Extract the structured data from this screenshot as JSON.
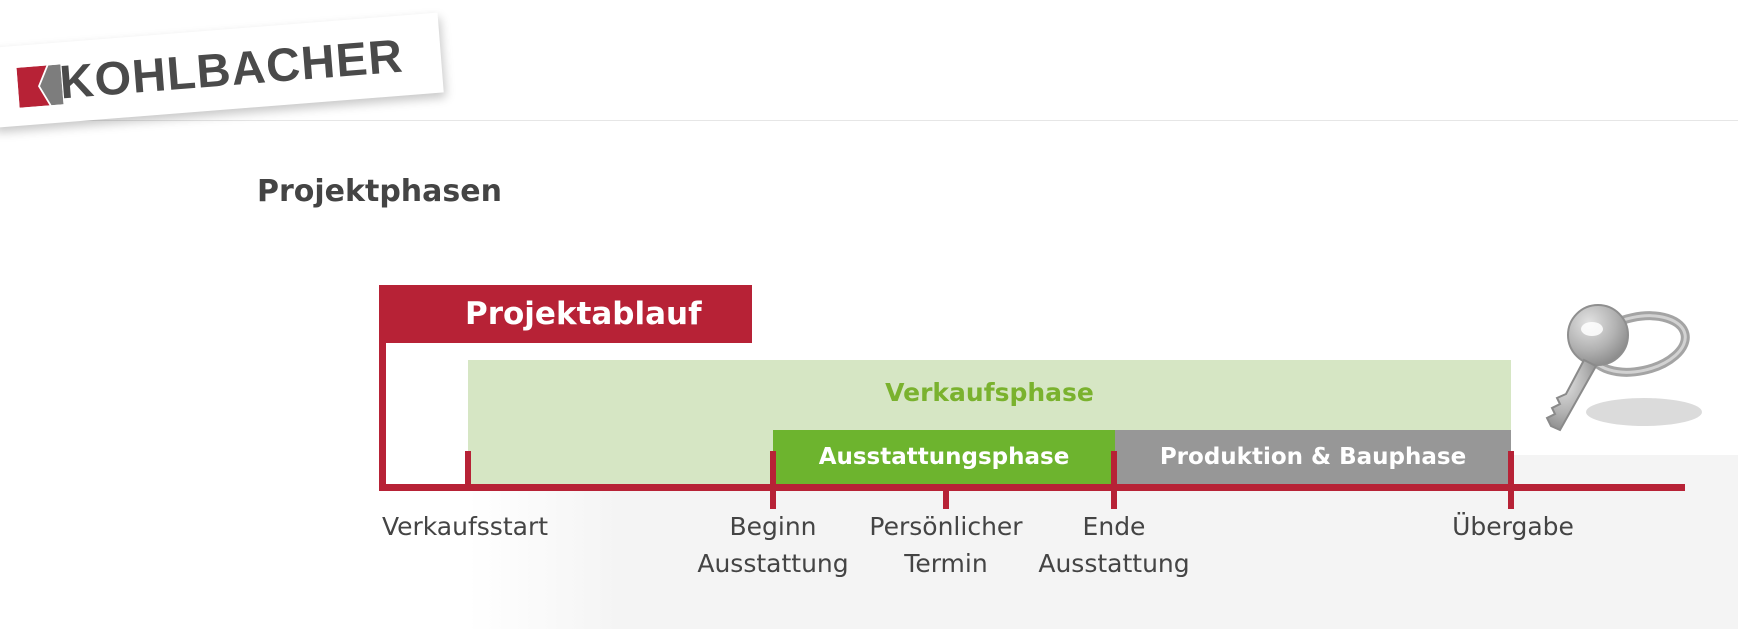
{
  "brand": {
    "name": "KOHLBACHER",
    "colors": {
      "red": "#b72236",
      "dark_gray": "#4a4a4a",
      "mid_gray": "#979797"
    }
  },
  "page": {
    "title": "Projektphasen"
  },
  "diagram": {
    "project_label": "Projektablauf",
    "sales_phase_label": "Verkaufsphase",
    "outfitting_phase_label": "Ausstattungsphase",
    "production_phase_label": "Produktion & Bauphase",
    "milestones": [
      {
        "id": "verkaufsstart",
        "lines": [
          "Verkaufsstart"
        ]
      },
      {
        "id": "beginn-ausstattung",
        "lines": [
          "Beginn",
          "Ausstattung"
        ]
      },
      {
        "id": "persoenlicher-termin",
        "lines": [
          "Persönlicher",
          "Termin"
        ]
      },
      {
        "id": "ende-ausstattung",
        "lines": [
          "Ende",
          "Ausstattung"
        ]
      },
      {
        "id": "uebergabe",
        "lines": [
          "Übergabe"
        ]
      }
    ],
    "colors": {
      "project": "#b72236",
      "sales_band": "#d6e6c4",
      "sales_text": "#7ab22e",
      "outfitting": "#6db42e",
      "production": "#979797"
    },
    "icons": [
      "key-icon"
    ]
  }
}
